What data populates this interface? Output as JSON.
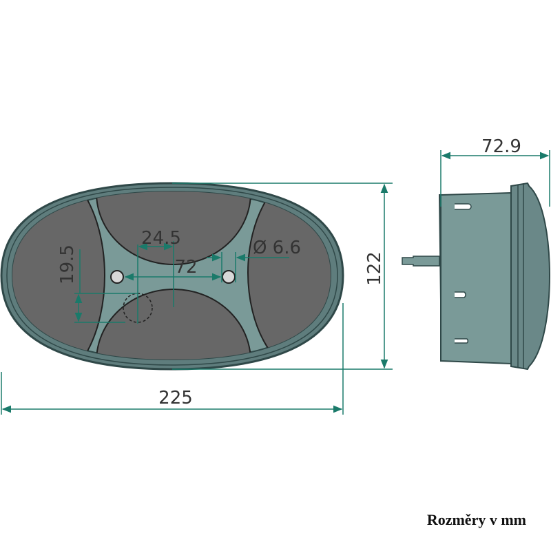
{
  "dimensions": {
    "width": "225",
    "height": "122",
    "depth": "72.9",
    "hole_spacing": "72",
    "hole_offset": "24.5",
    "hole_diameter": "Ø 6.6",
    "vertical_offset": "19.5"
  },
  "caption": "Rozměry v mm",
  "colors": {
    "housing": "#6e8c8c",
    "rim": "#3c5a5a",
    "lens": "#656565",
    "dimension_line": "#1a7a6a",
    "text": "#333333"
  }
}
